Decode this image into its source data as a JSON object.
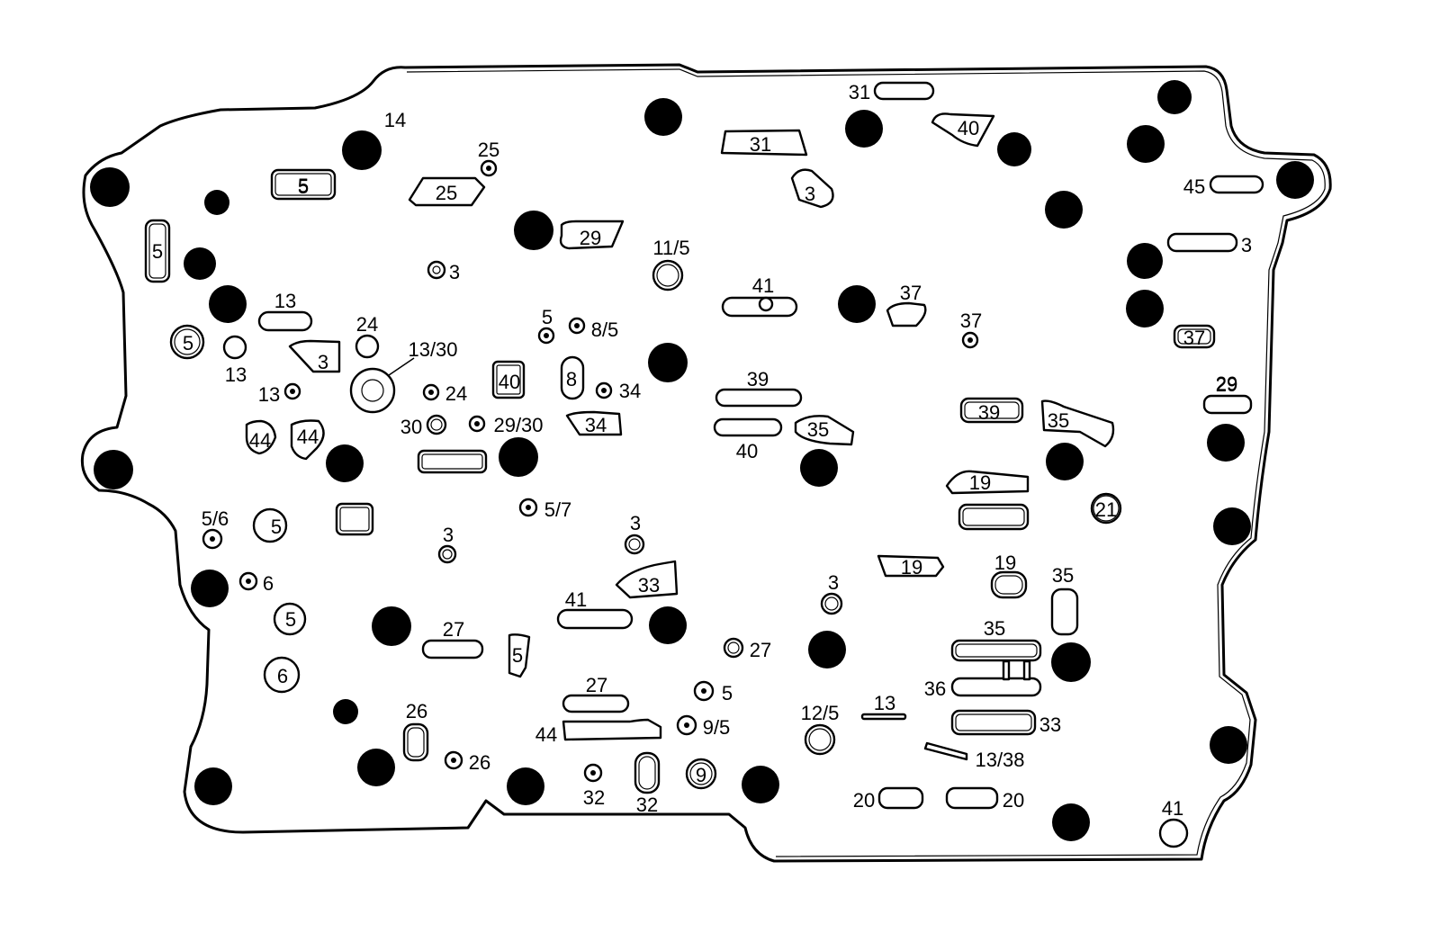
{
  "diagram": {
    "callouts": [
      "14",
      "25",
      "5",
      "25",
      "5",
      "29",
      "11/5",
      "31",
      "31",
      "40",
      "3",
      "45",
      "3",
      "3",
      "13",
      "5",
      "24",
      "13/30",
      "5",
      "8/5",
      "41",
      "37",
      "37",
      "37",
      "13",
      "3",
      "13",
      "40",
      "8",
      "24",
      "34",
      "39",
      "29",
      "44",
      "44",
      "30",
      "29/30",
      "34",
      "40",
      "35",
      "39",
      "35",
      "29",
      "19",
      "5/6",
      "5",
      "5",
      "5/7",
      "21",
      "3",
      "3",
      "6",
      "33",
      "19",
      "19",
      "35",
      "3",
      "41",
      "5",
      "27",
      "5",
      "27",
      "35",
      "6",
      "36",
      "27",
      "5",
      "44",
      "9/5",
      "13",
      "12/5",
      "33",
      "26",
      "13/38",
      "26",
      "9",
      "32",
      "32",
      "20",
      "20",
      "41"
    ]
  }
}
